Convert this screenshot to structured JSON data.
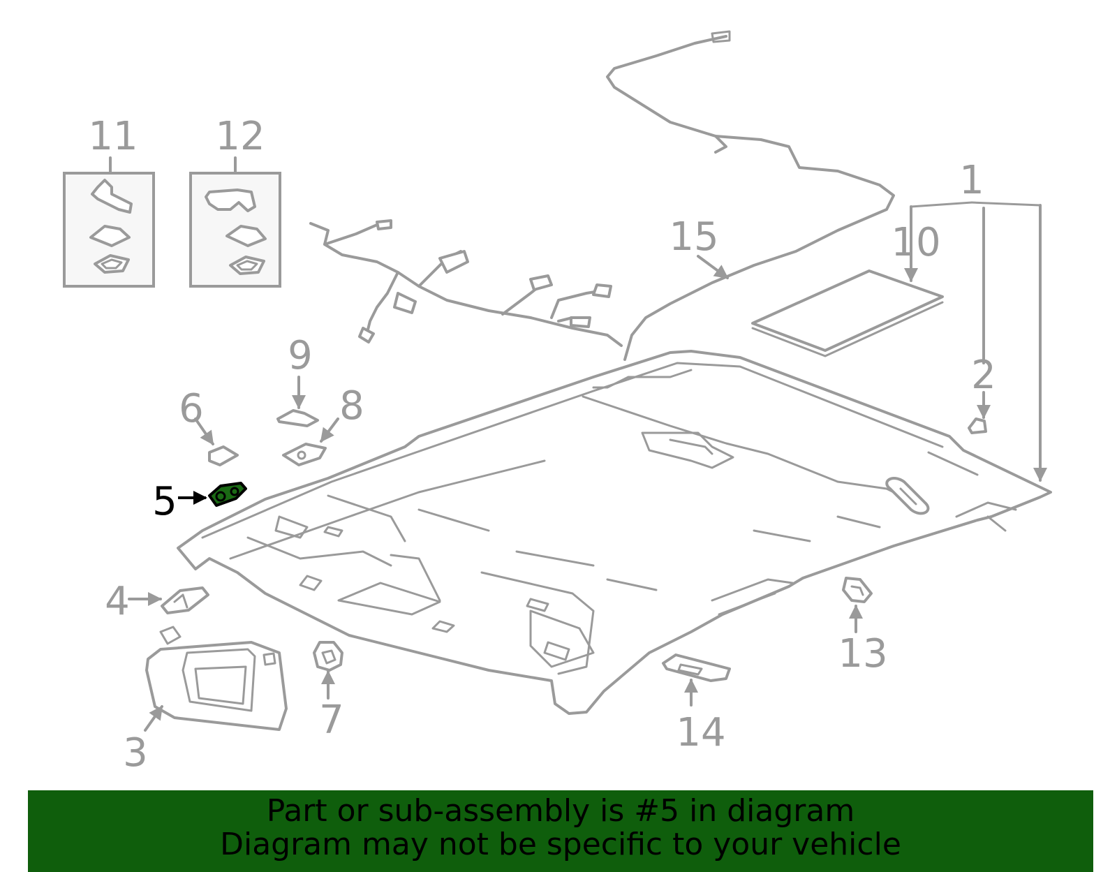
{
  "colors": {
    "line_gray": "#9a9a9a",
    "highlight_fill": "#1a6a14",
    "banner_bg": "#0f5e0c",
    "banner_text": "#000000"
  },
  "callouts": {
    "c1": "1",
    "c2": "2",
    "c3": "3",
    "c4": "4",
    "c5": "5",
    "c6": "6",
    "c7": "7",
    "c8": "8",
    "c9": "9",
    "c10": "10",
    "c11": "11",
    "c12": "12",
    "c13": "13",
    "c14": "14",
    "c15": "15"
  },
  "highlighted_part": "5",
  "banner": {
    "line1": "Part or sub-assembly is #5 in diagram",
    "line2": "Diagram may not be specific to your vehicle"
  }
}
